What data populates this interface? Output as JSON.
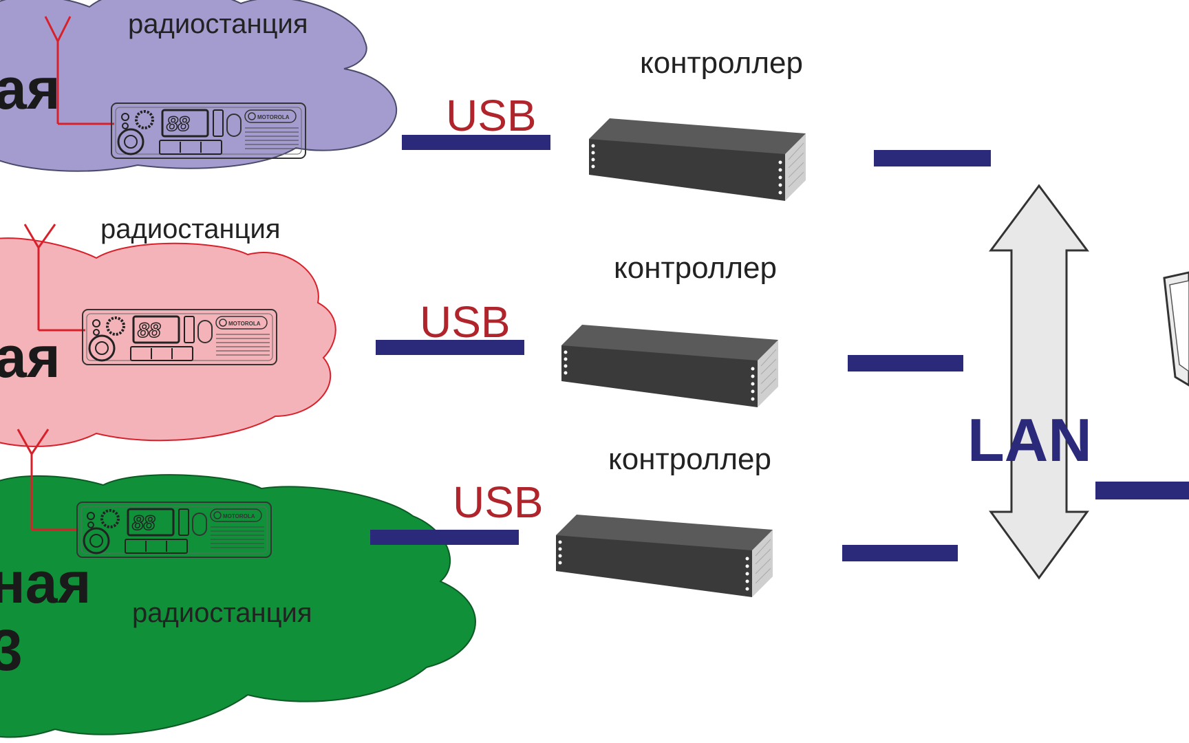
{
  "clouds": [
    {
      "color": "#a49ccf",
      "stroke": "#4a4a6a",
      "big_text": "ая",
      "label": "радиостанция"
    },
    {
      "color": "#f4b3b8",
      "stroke": "#d8202a",
      "big_text": "ая",
      "label": "радиостанция"
    },
    {
      "color": "#11903a",
      "stroke": "#0b5a24",
      "big_text": "ная",
      "big_text_2": "3",
      "label": "радиостанция"
    }
  ],
  "radio_brand": "MOTOROLA",
  "radio_display": "88",
  "links": [
    {
      "usb_label": "USB",
      "controller_label": "контроллер"
    },
    {
      "usb_label": "USB",
      "controller_label": "контроллер"
    },
    {
      "usb_label": "USB",
      "controller_label": "контроллер"
    }
  ],
  "lan_label": "LAN",
  "colors": {
    "usb_text": "#b0242c",
    "link_bar": "#2b2a7a",
    "lan_text": "#2b2a7a",
    "antenna": "#d8202a",
    "controller_front": "#3a3a3a",
    "controller_top": "#5a5a5a",
    "controller_side": "#cfcfcf",
    "arrow_fill": "#e8e8e8"
  }
}
